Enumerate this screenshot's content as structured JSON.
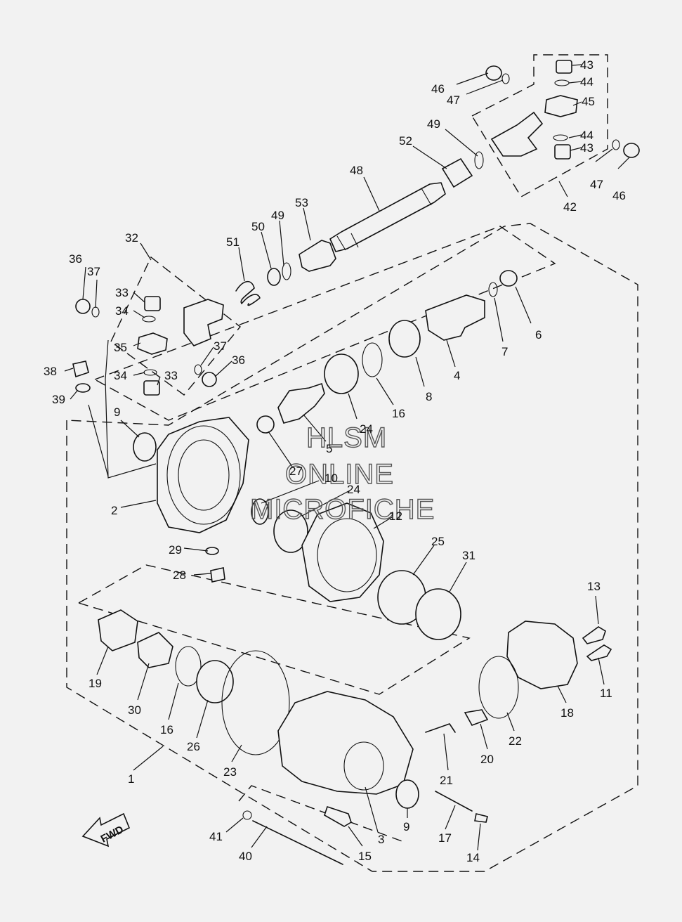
{
  "watermark": {
    "line1": "HLSM",
    "line2": "ONLINE",
    "line3": "MICROFICHE"
  },
  "direction_arrow": {
    "label": "FWD",
    "icon": "forward-arrow-icon"
  },
  "callouts": [
    {
      "id": "c1",
      "label": "1"
    },
    {
      "id": "c2",
      "label": "2"
    },
    {
      "id": "c3",
      "label": "3"
    },
    {
      "id": "c4",
      "label": "4"
    },
    {
      "id": "c5",
      "label": "5"
    },
    {
      "id": "c6",
      "label": "6"
    },
    {
      "id": "c7",
      "label": "7"
    },
    {
      "id": "c8",
      "label": "8"
    },
    {
      "id": "c9a",
      "label": "9"
    },
    {
      "id": "c9b",
      "label": "9"
    },
    {
      "id": "c10",
      "label": "10"
    },
    {
      "id": "c11",
      "label": "11"
    },
    {
      "id": "c12",
      "label": "12"
    },
    {
      "id": "c13",
      "label": "13"
    },
    {
      "id": "c14",
      "label": "14"
    },
    {
      "id": "c15",
      "label": "15"
    },
    {
      "id": "c16a",
      "label": "16"
    },
    {
      "id": "c16b",
      "label": "16"
    },
    {
      "id": "c17",
      "label": "17"
    },
    {
      "id": "c18",
      "label": "18"
    },
    {
      "id": "c19",
      "label": "19"
    },
    {
      "id": "c20",
      "label": "20"
    },
    {
      "id": "c21",
      "label": "21"
    },
    {
      "id": "c22",
      "label": "22"
    },
    {
      "id": "c23",
      "label": "23"
    },
    {
      "id": "c24a",
      "label": "24"
    },
    {
      "id": "c24b",
      "label": "24"
    },
    {
      "id": "c25",
      "label": "25"
    },
    {
      "id": "c26",
      "label": "26"
    },
    {
      "id": "c27",
      "label": "27"
    },
    {
      "id": "c28",
      "label": "28"
    },
    {
      "id": "c29",
      "label": "29"
    },
    {
      "id": "c30",
      "label": "30"
    },
    {
      "id": "c31",
      "label": "31"
    },
    {
      "id": "c32",
      "label": "32"
    },
    {
      "id": "c33a",
      "label": "33"
    },
    {
      "id": "c33b",
      "label": "33"
    },
    {
      "id": "c34a",
      "label": "34"
    },
    {
      "id": "c34b",
      "label": "34"
    },
    {
      "id": "c35",
      "label": "35"
    },
    {
      "id": "c36a",
      "label": "36"
    },
    {
      "id": "c36b",
      "label": "36"
    },
    {
      "id": "c37a",
      "label": "37"
    },
    {
      "id": "c37b",
      "label": "37"
    },
    {
      "id": "c38",
      "label": "38"
    },
    {
      "id": "c39",
      "label": "39"
    },
    {
      "id": "c40",
      "label": "40"
    },
    {
      "id": "c41",
      "label": "41"
    },
    {
      "id": "c42",
      "label": "42"
    },
    {
      "id": "c43a",
      "label": "43"
    },
    {
      "id": "c43b",
      "label": "43"
    },
    {
      "id": "c44a",
      "label": "44"
    },
    {
      "id": "c44b",
      "label": "44"
    },
    {
      "id": "c45",
      "label": "45"
    },
    {
      "id": "c46a",
      "label": "46"
    },
    {
      "id": "c46b",
      "label": "46"
    },
    {
      "id": "c47a",
      "label": "47"
    },
    {
      "id": "c47b",
      "label": "47"
    },
    {
      "id": "c48",
      "label": "48"
    },
    {
      "id": "c49a",
      "label": "49"
    },
    {
      "id": "c49b",
      "label": "49"
    },
    {
      "id": "c50",
      "label": "50"
    },
    {
      "id": "c51",
      "label": "51"
    },
    {
      "id": "c52",
      "label": "52"
    },
    {
      "id": "c53",
      "label": "53"
    }
  ]
}
